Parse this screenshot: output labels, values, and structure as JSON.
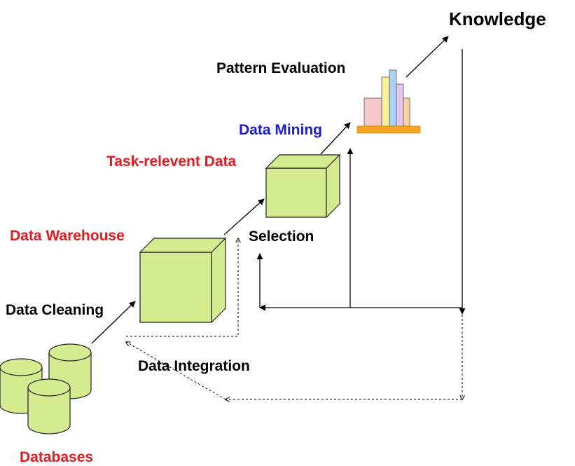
{
  "labels": {
    "knowledge": "Knowledge",
    "pattern_evaluation": "Pattern Evaluation",
    "data_mining": "Data Mining",
    "task_relevant_data": "Task-relevent Data",
    "selection": "Selection",
    "data_warehouse": "Data Warehouse",
    "data_cleaning": "Data Cleaning",
    "data_integration": "Data Integration",
    "databases": "Databases"
  },
  "colors": {
    "red_label": "#e8191c",
    "blue_label": "#1a1ae6",
    "black_label": "#000000",
    "cube_fill": "#d4eb8f",
    "cube_stroke": "#222222",
    "bar_pink": "#f6c8c8",
    "bar_yellow": "#fff09a",
    "bar_blue": "#a9d3f5",
    "bar_lavender": "#e3c6ef",
    "bar_orange": "#ffd0a0",
    "base_orange": "#f5a623"
  },
  "icons": [
    "database-cylinder-icon",
    "cube-icon",
    "bar-chart-icon"
  ]
}
